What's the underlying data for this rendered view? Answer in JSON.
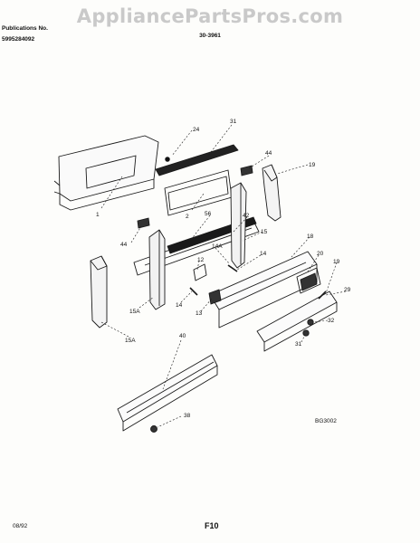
{
  "watermark": "AppliancePartsPros.com",
  "header": {
    "brand": "Publications No.",
    "model": "5995284092",
    "diagram_number": "30-3961"
  },
  "reference_code": "BG3002",
  "footer": {
    "date": "08/92",
    "page_code": "F10"
  },
  "part_labels": [
    "1",
    "2",
    "24",
    "31",
    "44",
    "44",
    "19",
    "56",
    "42",
    "15",
    "14A",
    "14",
    "18",
    "20",
    "19",
    "12",
    "14",
    "13",
    "29",
    "32",
    "31",
    "15A",
    "15A",
    "40",
    "38"
  ]
}
